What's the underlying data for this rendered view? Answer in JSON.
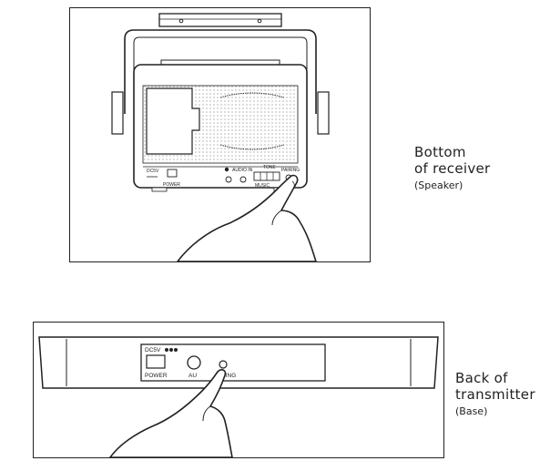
{
  "receiver": {
    "caption_line1": "Bottom",
    "caption_line2": "of receiver",
    "caption_sub": "(Speaker)",
    "labels": {
      "dc": "DC5V",
      "power": "POWER",
      "audio_in": "AUDIO IN",
      "tone": "TONE",
      "music": "MUSIC",
      "pairing": "PAIRING"
    }
  },
  "transmitter": {
    "caption_line1": "Back of",
    "caption_line2": "transmitter",
    "caption_sub": "(Base)",
    "labels": {
      "dc": "DC5V",
      "power": "POWER",
      "audio": "AU",
      "pairing": "RING"
    }
  }
}
